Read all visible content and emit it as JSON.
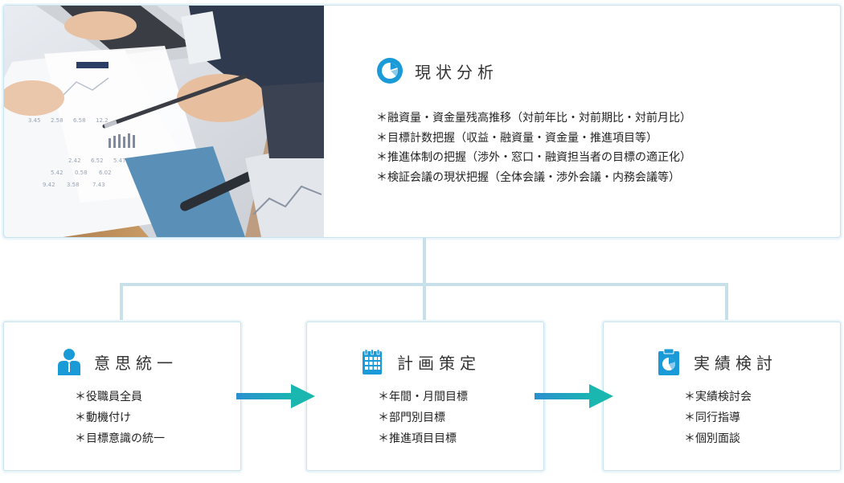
{
  "top": {
    "title": "現状分析",
    "icon": "pie-chart-icon",
    "bullets": [
      "＊融資量・資金量残高推移（対前年比・対前期比・対前月比）",
      "＊目標計数把握（収益・融資量・資金量・推進項目等）",
      "＊推進体制の把握（渉外・窓口・融資担当者の目標の適正化）",
      "＊検証会議の現状把握（全体会議・渉外会議・内務会議等）"
    ]
  },
  "cards": [
    {
      "title": "意思統一",
      "icon": "person-icon",
      "bullets": [
        "＊役職員全員",
        "＊動機付け",
        "＊目標意識の統一"
      ]
    },
    {
      "title": "計画策定",
      "icon": "calendar-icon",
      "bullets": [
        "＊年間・月間目標",
        "＊部門別目標",
        "＊推進項目目標"
      ]
    },
    {
      "title": "実績検討",
      "icon": "clipboard-chart-icon",
      "bullets": [
        "＊実績検討会",
        "＊同行指導",
        "＊個別面談"
      ]
    }
  ],
  "colors": {
    "accent": "#1a9ad6",
    "arrow_start": "#2a8fd0",
    "arrow_end": "#19b7b0",
    "border": "#c9e3ee"
  }
}
